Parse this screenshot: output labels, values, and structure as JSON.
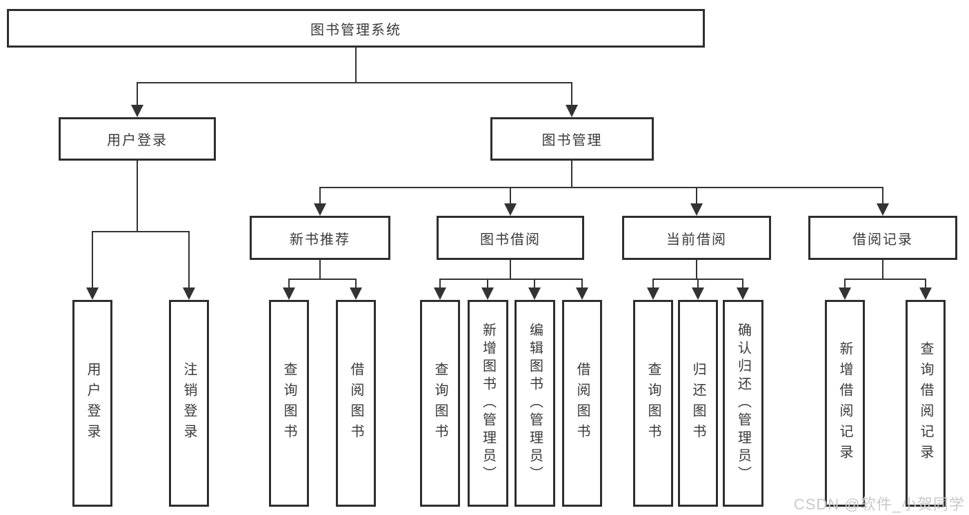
{
  "nodes": {
    "root": {
      "label": "图书管理系统"
    },
    "user_login": {
      "label": "用户登录"
    },
    "book_mgmt": {
      "label": "图书管理"
    },
    "new_book_rec": {
      "label": "新书推荐"
    },
    "book_borrow": {
      "label": "图书借阅"
    },
    "current_borrow": {
      "label": "当前借阅"
    },
    "borrow_record": {
      "label": "借阅记录"
    },
    "user_login_leaf": {
      "label": "用户登录"
    },
    "logout_leaf": {
      "label": "注销登录"
    },
    "rec_query_book": {
      "label": "查询图书"
    },
    "rec_borrow_book": {
      "label": "借阅图书"
    },
    "borrow_query_book": {
      "label": "查询图书"
    },
    "borrow_add_book": {
      "label": "新增图书（管理员）"
    },
    "borrow_edit_book": {
      "label": "编辑图书（管理员）"
    },
    "borrow_borrow_book": {
      "label": "借阅图书"
    },
    "current_query_book": {
      "label": "查询图书"
    },
    "current_return_book": {
      "label": "归还图书"
    },
    "current_confirm_return": {
      "label": "确认归还（管理员）"
    },
    "record_add": {
      "label": "新增借阅记录"
    },
    "record_query": {
      "label": "查询借阅记录"
    }
  },
  "watermark": "CSDN @软件_小贺同学",
  "colors": {
    "line": "#333333",
    "border": "#2e2e2e",
    "text": "#3a3a3a",
    "watermark": "#c9c9c9",
    "background": "#ffffff"
  }
}
